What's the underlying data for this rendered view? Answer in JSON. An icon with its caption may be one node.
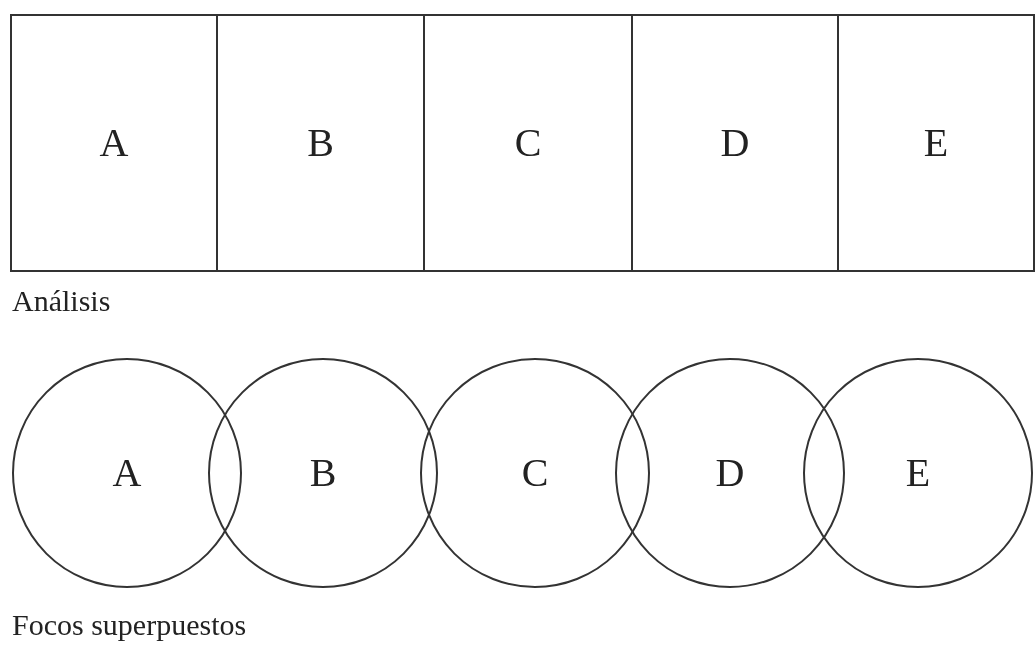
{
  "diagram": {
    "nodes": [
      {
        "text": [
          "A"
        ]
      },
      {
        "text": [
          "B"
        ]
      },
      {
        "text": [
          "C"
        ]
      },
      {
        "text": [
          "D"
        ]
      },
      {
        "text": [
          "E"
        ]
      },
      {
        "text": [
          "A"
        ]
      },
      {
        "text": [
          "B"
        ]
      },
      {
        "text": [
          "C"
        ]
      },
      {
        "text": [
          "D"
        ]
      },
      {
        "text": [
          "E"
        ]
      }
    ],
    "edges": [],
    "labels": [
      "Análisis",
      "Focos superpuestos"
    ]
  }
}
